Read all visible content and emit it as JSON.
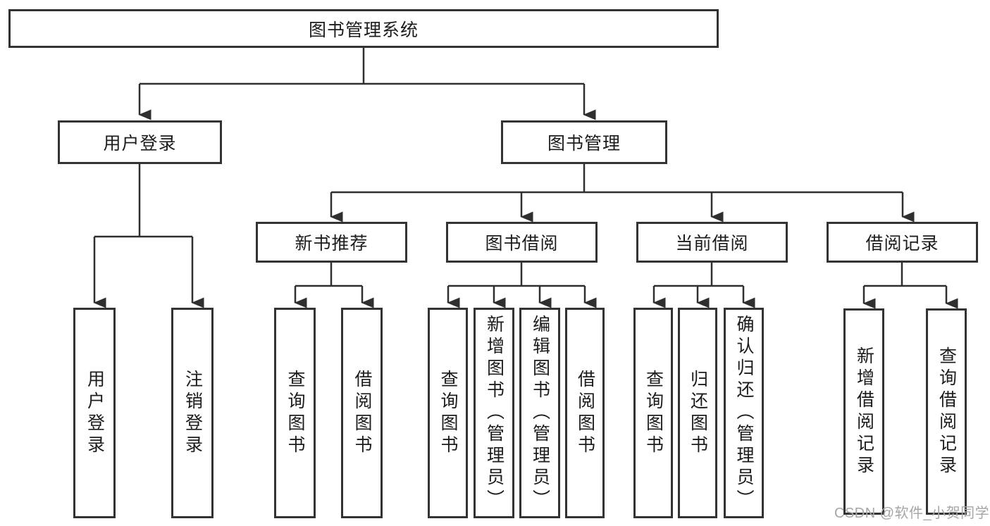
{
  "diagram_title": "图书管理系统",
  "nodes": {
    "root": "图书管理系统",
    "user_login": "用户登录",
    "book_mgmt": "图书管理",
    "new_book_rec": "新书推荐",
    "book_borrow": "图书借阅",
    "current_borrow": "当前借阅",
    "borrow_record": "借阅记录",
    "leaves": {
      "user_login_leaf": "用户登录",
      "logout": "注销登录",
      "rec_query_book": "查询图书",
      "rec_borrow_book": "借阅图书",
      "bor_query_book": "查询图书",
      "bor_add_book_admin": "新增图书（管理员）",
      "bor_edit_book_admin": "编辑图书（管理员）",
      "bor_borrow_book": "借阅图书",
      "cur_query_book": "查询图书",
      "cur_return_book": "归还图书",
      "cur_confirm_return_admin": "确认归还（管理员）",
      "rec2_add_record": "新增借阅记录",
      "rec2_query_record": "查询借阅记录"
    }
  },
  "hierarchy": {
    "图书管理系统": {
      "用户登录": [
        "用户登录",
        "注销登录"
      ],
      "图书管理": {
        "新书推荐": [
          "查询图书",
          "借阅图书"
        ],
        "图书借阅": [
          "查询图书",
          "新增图书（管理员）",
          "编辑图书（管理员）",
          "借阅图书"
        ],
        "当前借阅": [
          "查询图书",
          "归还图书",
          "确认归还（管理员）"
        ],
        "借阅记录": [
          "新增借阅记录",
          "查询借阅记录"
        ]
      }
    }
  },
  "watermark": {
    "label": "CSDN @软件_小贺同学"
  },
  "colors": {
    "background": "#ffffff",
    "box_border": "#333333",
    "line": "#2f2f2f",
    "text": "#1c1c1c",
    "watermark": "#a6a6a6"
  }
}
